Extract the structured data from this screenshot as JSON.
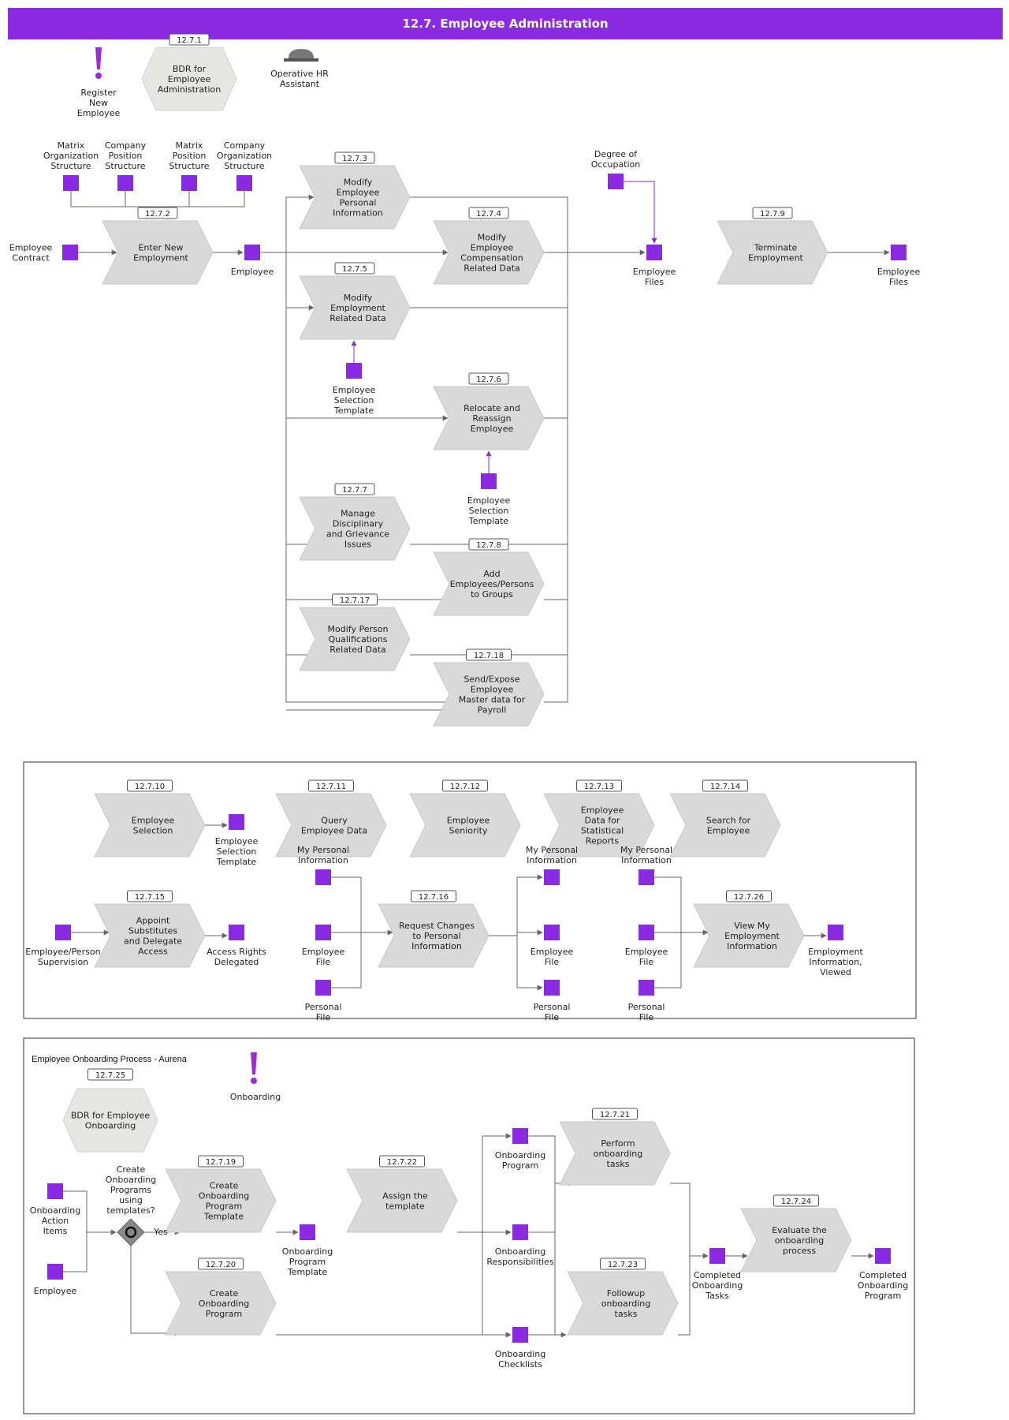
{
  "header": {
    "title": "12.7. Employee Administration"
  },
  "colors": {
    "header": "#8a2be2",
    "object": "#8a2be2",
    "process": "#d9d9d9",
    "line": "#666666",
    "event": "#9a2ed0"
  },
  "top": {
    "register_event": "Register\nNew\nEmployee",
    "bdr": {
      "id": "12.7.1",
      "label": "BDR for\nEmployee\nAdministration"
    },
    "role": "Operative HR\nAssistant"
  },
  "objects": [
    {
      "label": "Matrix\nOrganization\nStructure"
    },
    {
      "label": "Company\nPosition\nStructure"
    },
    {
      "label": "Matrix\nPosition\nStructure"
    },
    {
      "label": "Company\nOrganization\nStructure"
    },
    {
      "label": "Employee\nContract"
    },
    {
      "label": "Employee"
    },
    {
      "label": "Employee\nSelection\nTemplate"
    },
    {
      "label": "Employee\nSelection\nTemplate"
    },
    {
      "label": "Degree of\nOccupation"
    },
    {
      "label": "Employee\nFiles"
    },
    {
      "label": "Employee\nFiles"
    },
    {
      "label": "Employee\nSelection\nTemplate"
    },
    {
      "label": "Employee/Person\nSupervision"
    },
    {
      "label": "Access Rights\nDelegated"
    },
    {
      "label": "My Personal\nInformation"
    },
    {
      "label": "Employee\nFile"
    },
    {
      "label": "Personal\nFile"
    },
    {
      "label": "My Personal\nInformation"
    },
    {
      "label": "Employee\nFile"
    },
    {
      "label": "Personal\nFile"
    },
    {
      "label": "My Personal\nInformation"
    },
    {
      "label": "Employee\nFile"
    },
    {
      "label": "Personal\nFile"
    },
    {
      "label": "Employment\nInformation,\nViewed"
    },
    {
      "label": "Onboarding\nAction\nItems"
    },
    {
      "label": "Employee"
    },
    {
      "label": "Onboarding\nProgram\nTemplate"
    },
    {
      "label": "Onboarding\nProgram"
    },
    {
      "label": "Onboarding\nResponsibilities"
    },
    {
      "label": "Onboarding\nChecklists"
    },
    {
      "label": "Completed\nOnboarding\nTasks"
    },
    {
      "label": "Completed\nOnboarding\nProgram"
    }
  ],
  "processes": [
    {
      "id": "12.7.2",
      "label": "Enter New\nEmployment"
    },
    {
      "id": "12.7.3",
      "label": "Modify\nEmployee\nPersonal\nInformation"
    },
    {
      "id": "12.7.4",
      "label": "Modify\nEmployee\nCompensation\nRelated Data"
    },
    {
      "id": "12.7.5",
      "label": "Modify\nEmployment\nRelated Data"
    },
    {
      "id": "12.7.6",
      "label": "Relocate and\nReassign\nEmployee"
    },
    {
      "id": "12.7.7",
      "label": "Manage\nDisciplinary\nand Grievance\nIssues"
    },
    {
      "id": "12.7.8",
      "label": "Add\nEmployees/Persons\nto Groups"
    },
    {
      "id": "12.7.17",
      "label": "Modify Person\nQualifications\nRelated Data"
    },
    {
      "id": "12.7.18",
      "label": "Send/Expose\nEmployee\nMaster data for\nPayroll"
    },
    {
      "id": "12.7.9",
      "label": "Terminate\nEmployment"
    },
    {
      "id": "12.7.10",
      "label": "Employee\nSelection"
    },
    {
      "id": "12.7.11",
      "label": "Query\nEmployee Data"
    },
    {
      "id": "12.7.12",
      "label": "Employee\nSeniority"
    },
    {
      "id": "12.7.13",
      "label": "Employee\nData for\nStatistical\nReports"
    },
    {
      "id": "12.7.14",
      "label": "Search for\nEmployee"
    },
    {
      "id": "12.7.15",
      "label": "Appoint\nSubstitutes\nand Delegate\nAccess"
    },
    {
      "id": "12.7.16",
      "label": "Request Changes\nto Personal\nInformation"
    },
    {
      "id": "12.7.26",
      "label": "View My\nEmployment\nInformation"
    },
    {
      "id": "12.7.19",
      "label": "Create\nOnboarding\nProgram\nTemplate"
    },
    {
      "id": "12.7.22",
      "label": "Assign the\ntemplate"
    },
    {
      "id": "12.7.20",
      "label": "Create\nOnboarding\nProgram"
    },
    {
      "id": "12.7.21",
      "label": "Perform\nonboarding\ntasks"
    },
    {
      "id": "12.7.23",
      "label": "Followup\nonboarding\ntasks"
    },
    {
      "id": "12.7.24",
      "label": "Evaluate the\nonboarding\nprocess"
    }
  ],
  "onboarding": {
    "title": "Employee Onboarding Process - Aurena",
    "bdr": {
      "id": "12.7.25",
      "label": "BDR for Employee\nOnboarding"
    },
    "event": "Onboarding",
    "gateway_question": "Create\nOnboarding\nPrograms\nusing\ntemplates?",
    "yes_label": "Yes"
  }
}
